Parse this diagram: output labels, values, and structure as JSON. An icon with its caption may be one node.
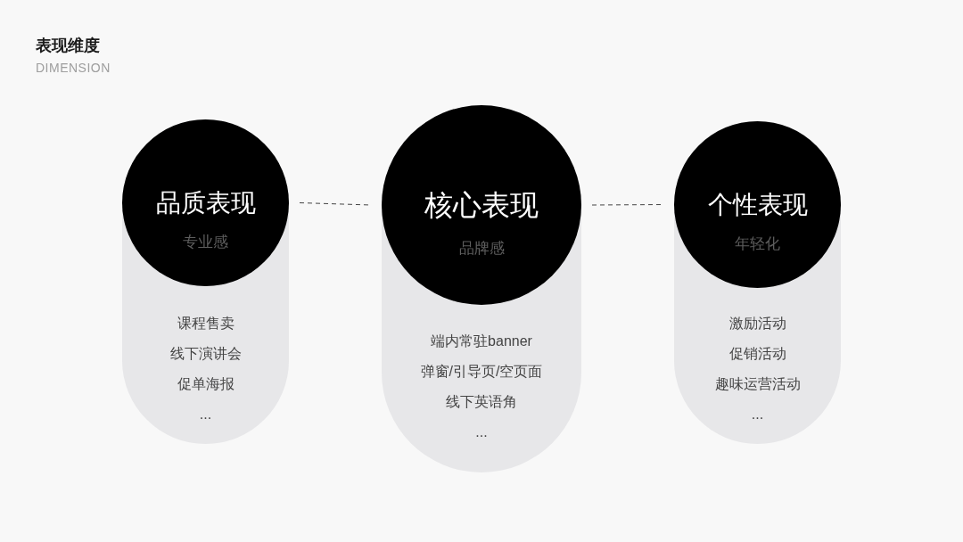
{
  "diagram": {
    "title": "表现维度",
    "labels": [
      "DIMENSION"
    ],
    "nodes": [
      {
        "text": [
          "课程售卖",
          "线下演讲会",
          "促单海报",
          "..."
        ]
      },
      {
        "text": [
          "品质表现",
          "专业感"
        ],
        "in": 0
      },
      {
        "text": [
          "端内常驻banner",
          "弹窗/引导页/空页面",
          "线下英语角",
          "..."
        ]
      },
      {
        "text": [
          "核心表现",
          "品牌感"
        ],
        "in": 2
      },
      {
        "text": [
          "激励活动",
          "促销活动",
          "趣味运营活动",
          "..."
        ]
      },
      {
        "text": [
          "个性表现",
          "年轻化"
        ],
        "in": 4
      }
    ],
    "edges": [
      {
        "from": 1,
        "to": 3,
        "arrow": "none",
        "style": "dashed"
      },
      {
        "from": 3,
        "to": 5,
        "arrow": "none",
        "style": "dashed"
      }
    ]
  }
}
